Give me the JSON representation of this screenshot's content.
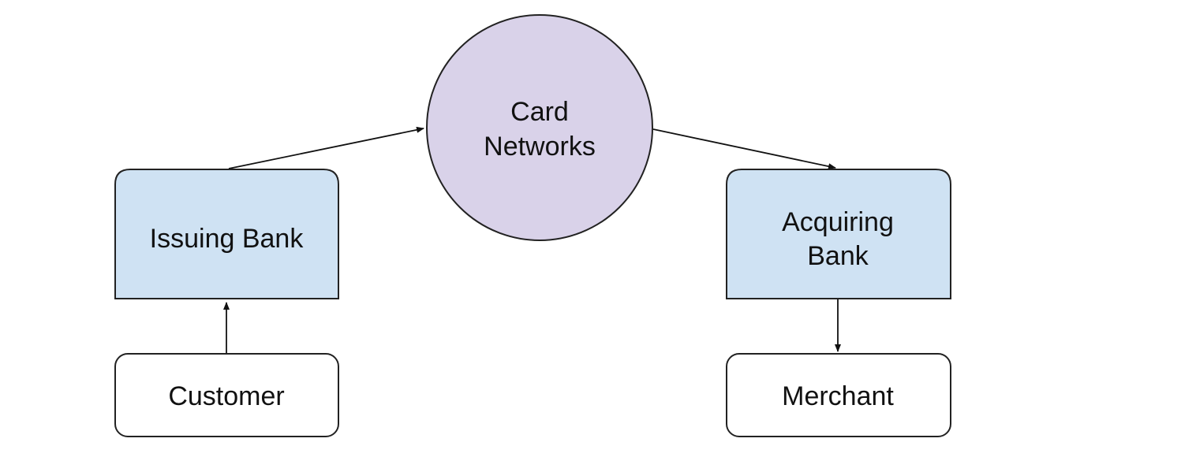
{
  "nodes": {
    "card_networks": {
      "lines": [
        "Card",
        "Networks"
      ],
      "fill": "#d9d2e9",
      "shape": "circle"
    },
    "issuing_bank": {
      "lines": [
        "Issuing Bank"
      ],
      "fill": "#cfe2f3",
      "shape": "tab-rect"
    },
    "acquiring_bank": {
      "lines": [
        "Acquiring",
        "Bank"
      ],
      "fill": "#cfe2f3",
      "shape": "tab-rect"
    },
    "customer": {
      "lines": [
        "Customer"
      ],
      "fill": "#ffffff",
      "shape": "rounded-rect"
    },
    "merchant": {
      "lines": [
        "Merchant"
      ],
      "fill": "#ffffff",
      "shape": "rounded-rect"
    }
  },
  "edges": [
    {
      "from": "customer",
      "to": "issuing_bank"
    },
    {
      "from": "issuing_bank",
      "to": "card_networks"
    },
    {
      "from": "card_networks",
      "to": "acquiring_bank"
    },
    {
      "from": "acquiring_bank",
      "to": "merchant"
    }
  ],
  "colors": {
    "stroke": "#222222",
    "text": "#111111",
    "background": "#ffffff"
  }
}
